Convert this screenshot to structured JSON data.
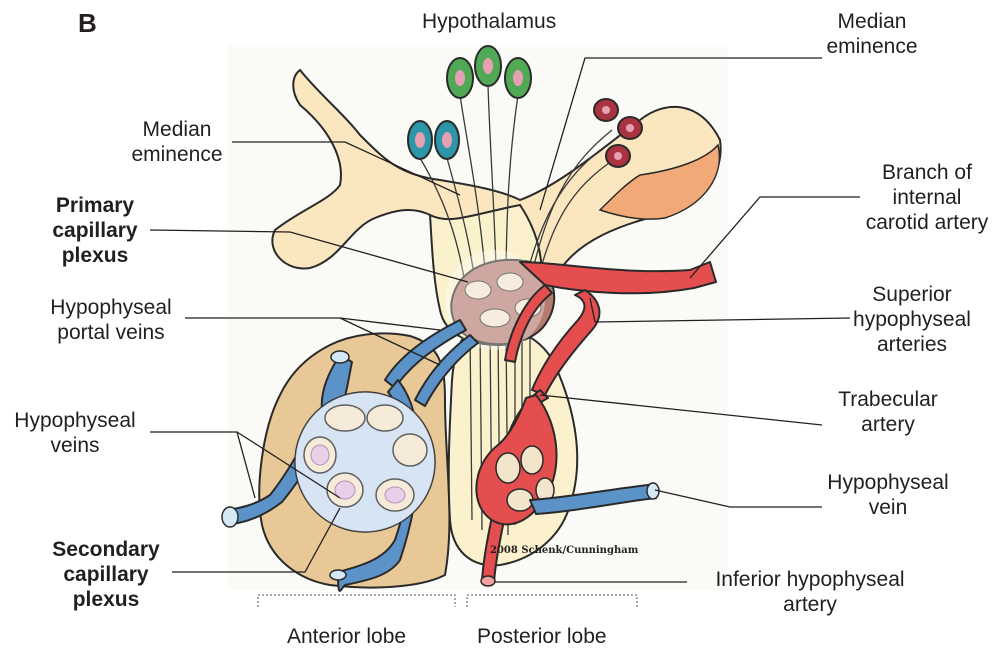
{
  "panel_letter": "B",
  "labels": {
    "hypothalamus": "Hypothalamus",
    "median_eminence_left": "Median\neminence",
    "median_eminence_right": "Median\neminence",
    "primary_capillary_plexus": "Primary\ncapillary\nplexus",
    "hypophyseal_portal_veins": "Hypophyseal\nportal veins",
    "hypophyseal_veins": "Hypophyseal\nveins",
    "secondary_capillary_plexus": "Secondary\ncapillary\nplexus",
    "branch_internal_carotid": "Branch of\ninternal\ncarotid artery",
    "superior_hypophyseal_arteries": "Superior\nhypophyseal\narteries",
    "trabecular_artery": "Trabecular\nartery",
    "hypophyseal_vein": "Hypophyseal\nvein",
    "inferior_hypophyseal_artery": "Inferior hypophyseal\nartery",
    "anterior_lobe": "Anterior lobe",
    "posterior_lobe": "Posterior lobe"
  },
  "credit": "2008 Schenk/Cunningham",
  "colors": {
    "artery": "#e44e4e",
    "vein": "#5b93c8",
    "anterior_lobe": "#e8c896",
    "posterior_lobe": "#fbf1cc",
    "neuron_blue": "#2d96a8",
    "neuron_green": "#52a955",
    "neuron_red": "#a93340"
  }
}
